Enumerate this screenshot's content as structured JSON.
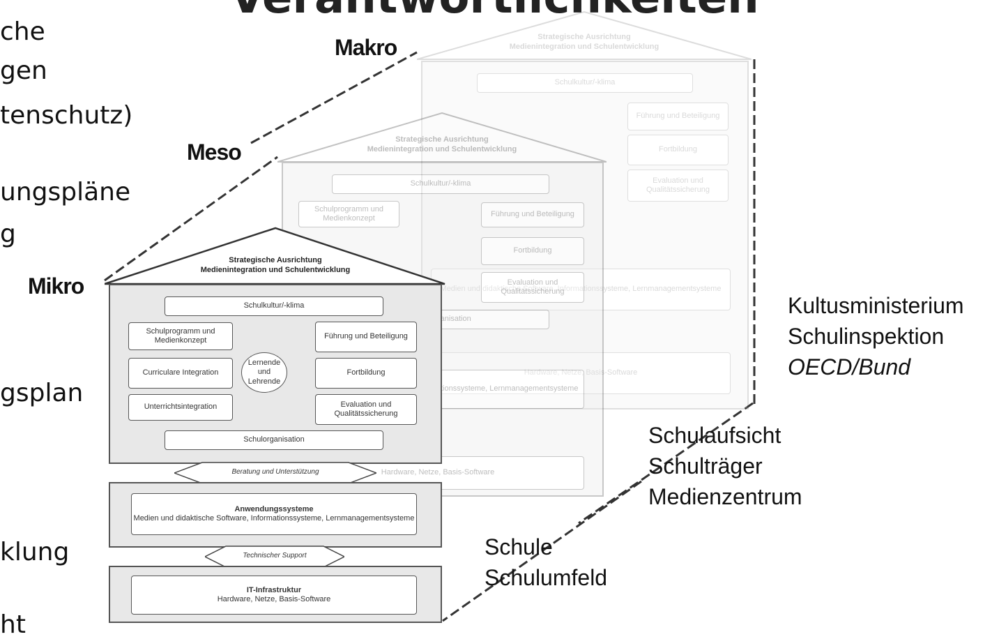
{
  "top_title_fragment": "Verantwortlichkeiten",
  "left_fragments": [
    "che",
    "gen",
    "tenschutz)",
    "ungspläne",
    "g",
    "gsplan",
    "klung",
    "ht"
  ],
  "levels": {
    "makro": "Makro",
    "meso": "Meso",
    "mikro": "Mikro"
  },
  "house": {
    "roof_line1": "Strategische Ausrichtung",
    "roof_line2": "Medienintegration und Schulentwicklung",
    "schulkultur": "Schulkultur/-klima",
    "schulprogramm": "Schulprogramm und Medienkonzept",
    "curriculare": "Curriculare Integration",
    "unterricht": "Unterrichtsintegration",
    "lernende": "Lernende und Lehrende",
    "fuehrung": "Führung und Beteiligung",
    "fortbildung": "Fortbildung",
    "evaluation": "Evaluation und Qualitätssicherung",
    "schulorganisation": "Schulorganisation",
    "beratung": "Beratung und Unterstützung",
    "anwendung_title": "Anwendungssysteme",
    "anwendung_sub": "Medien und didaktische Software, Informationssysteme, Lernmanagementsysteme",
    "support": "Technischer Support",
    "it_title": "IT-Infrastruktur",
    "it_sub": "Hardware, Netze, Basis-Software"
  },
  "right_groups": {
    "makro": [
      "Kultusministerium",
      "Schulinspektion",
      "OECD/Bund"
    ],
    "meso": [
      "Schulaufsicht",
      "Schulträger",
      "Medienzentrum"
    ],
    "mikro": [
      "Schule",
      "Schulumfeld"
    ]
  }
}
